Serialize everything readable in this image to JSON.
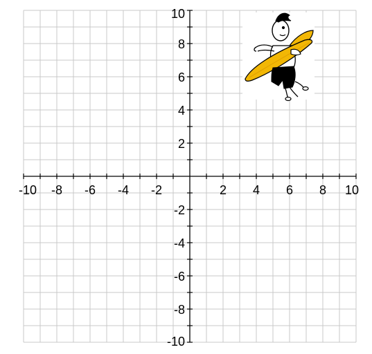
{
  "plane": {
    "x_range": [
      -10,
      10
    ],
    "y_range": [
      -10,
      10
    ],
    "grid_step": 1,
    "tick_step": 1,
    "label_step": 2,
    "grid_color": "#c8c8c8",
    "axis_color": "#000000",
    "x_tick_labels": [
      "-10",
      "-8",
      "-6",
      "-4",
      "-2",
      "2",
      "4",
      "6",
      "8",
      "10"
    ],
    "y_tick_labels": [
      "10",
      "8",
      "6",
      "4",
      "2",
      "-2",
      "-4",
      "-6",
      "-8",
      "-10"
    ]
  },
  "character": {
    "icon": "cartoon-surfer-with-surfboard-icon",
    "board_color": "#f2b705",
    "board_edge_color": "#e0a000",
    "shorts_color": "#000000",
    "outline_color": "#000000"
  }
}
